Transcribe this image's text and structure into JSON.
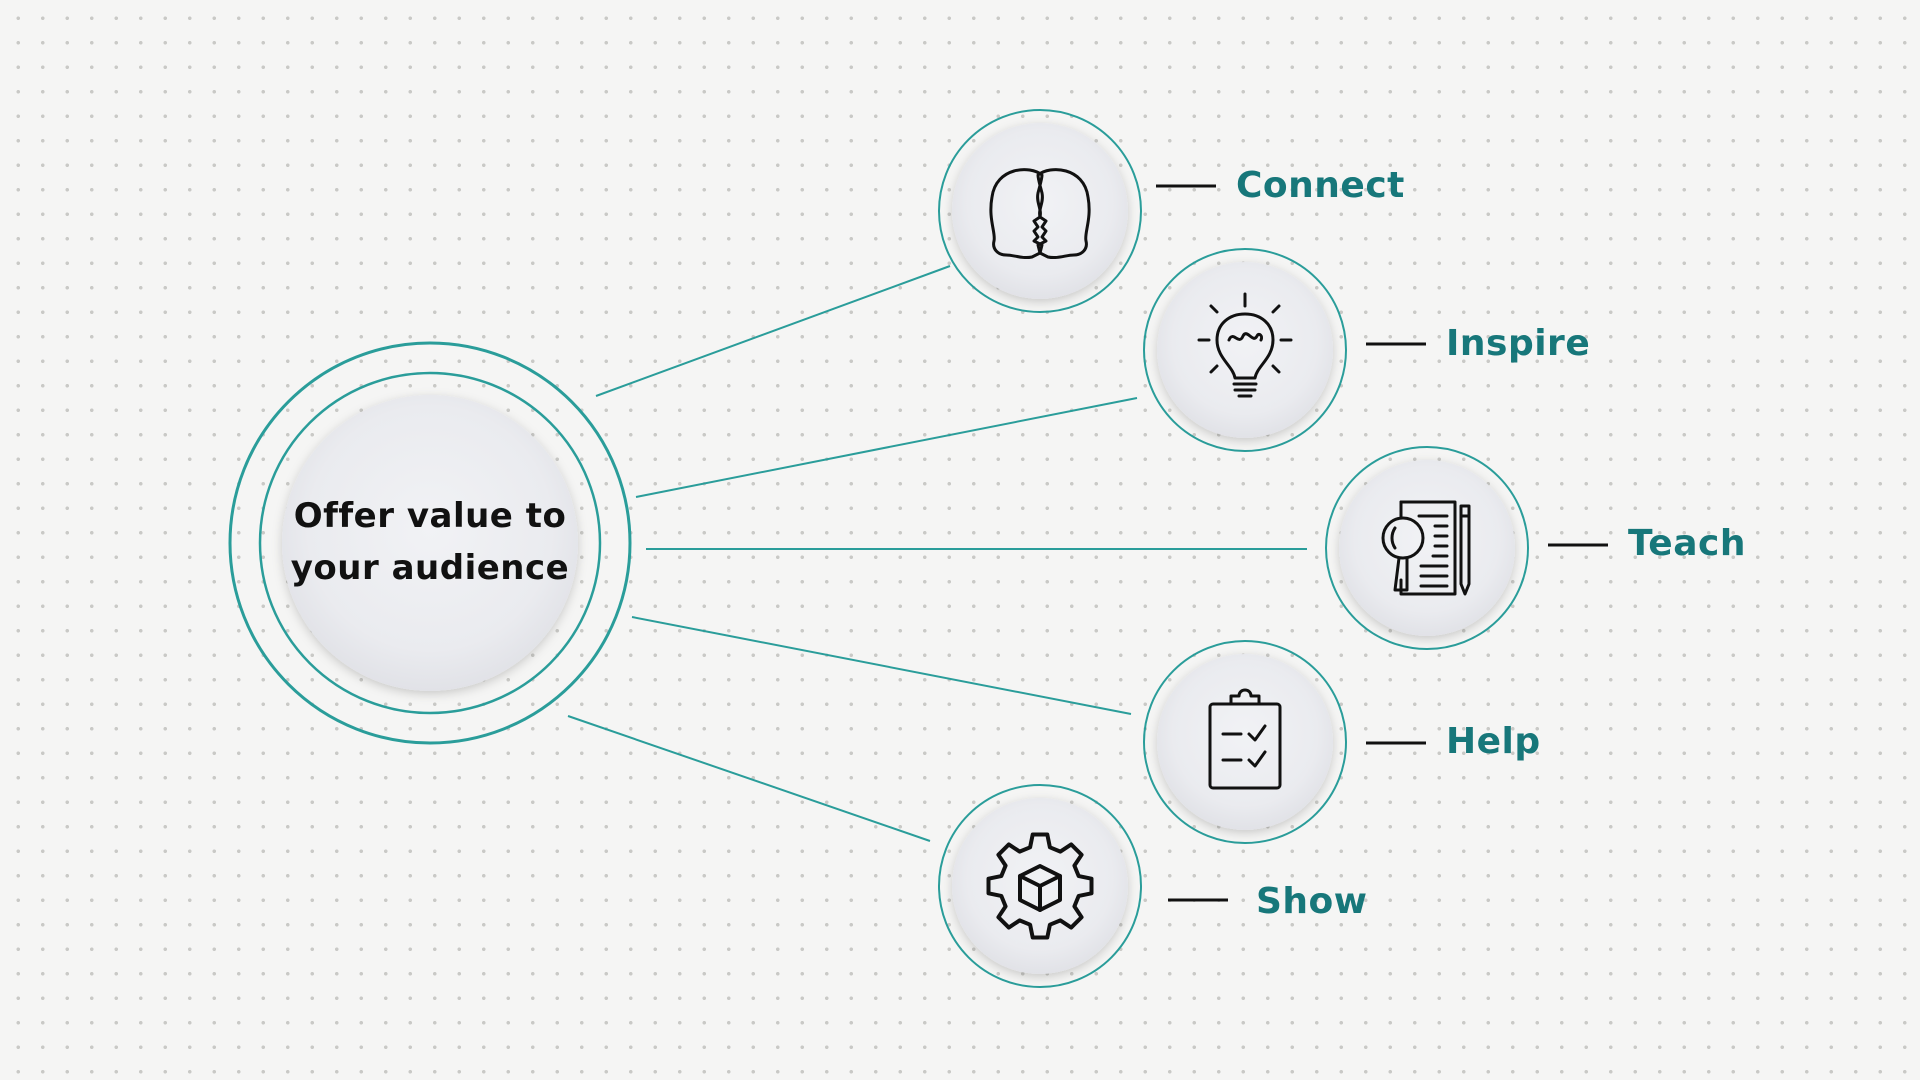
{
  "center": {
    "line1": "Offer value to",
    "line2": "your audience"
  },
  "nodes": [
    {
      "id": "connect",
      "label": "Connect",
      "icon": "faces-connect-icon"
    },
    {
      "id": "inspire",
      "label": "Inspire",
      "icon": "lightbulb-icon"
    },
    {
      "id": "teach",
      "label": "Teach",
      "icon": "document-magnifier-pencil-icon"
    },
    {
      "id": "help",
      "label": "Help",
      "icon": "clipboard-checklist-icon"
    },
    {
      "id": "show",
      "label": "Show",
      "icon": "gear-box-icon"
    }
  ],
  "colors": {
    "accent": "#17777a",
    "ring": "#2a9d9a",
    "text": "#111111",
    "background": "#f5f5f4"
  }
}
